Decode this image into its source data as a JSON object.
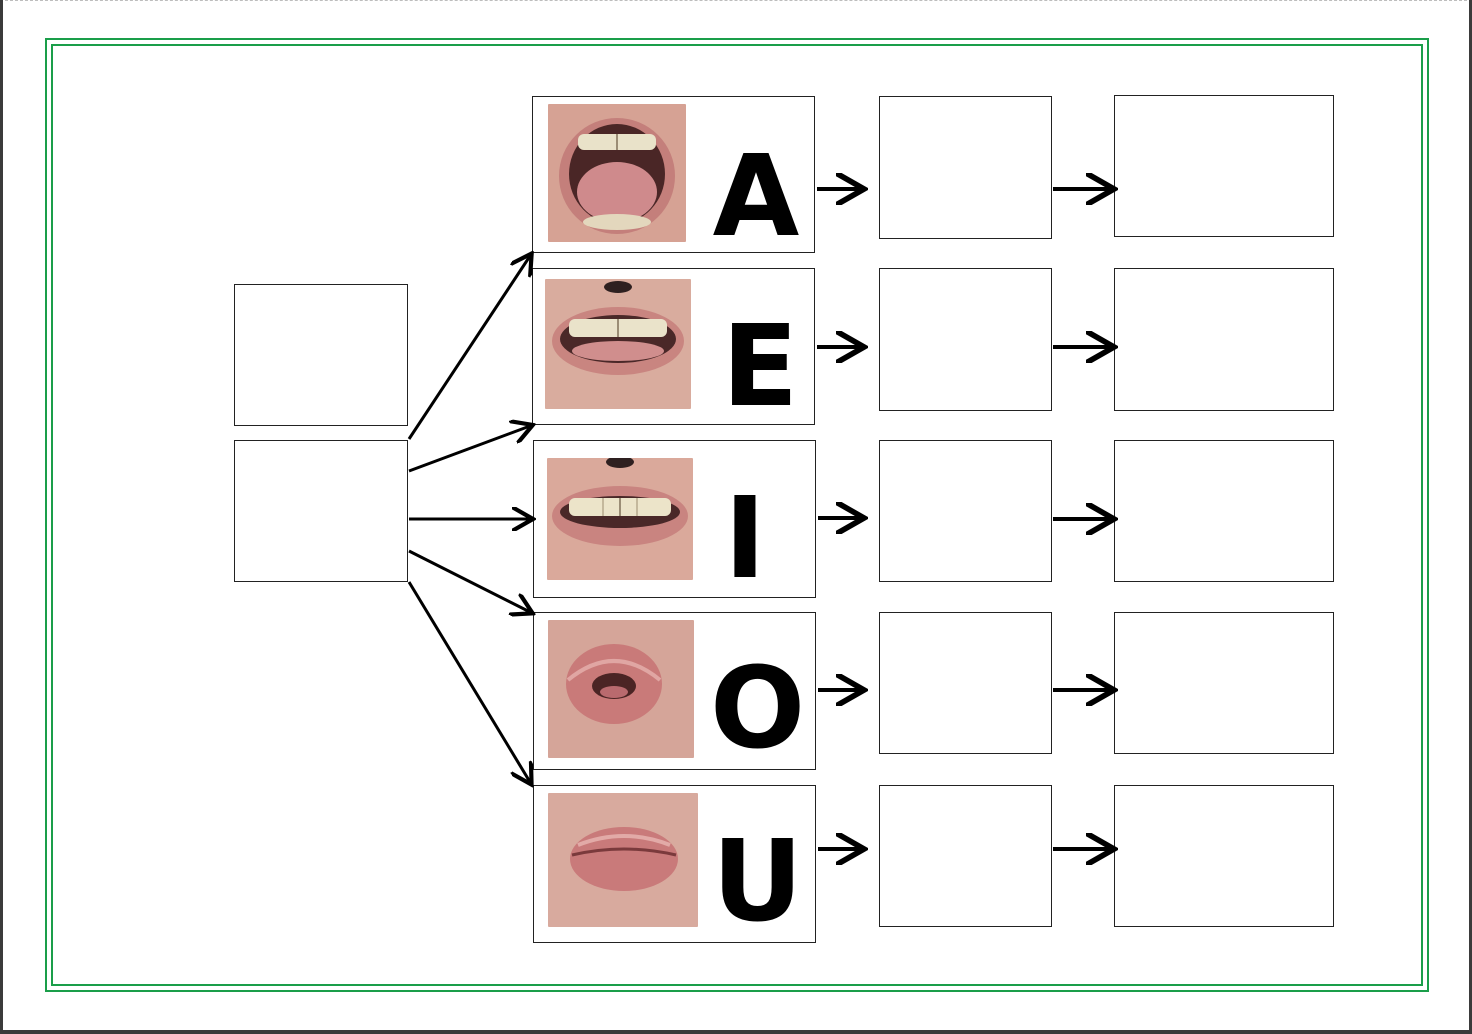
{
  "vowels": [
    {
      "letter": "A",
      "mouth": "open-mouth-tongue"
    },
    {
      "letter": "E",
      "mouth": "wide-teeth-tongue"
    },
    {
      "letter": "I",
      "mouth": "smile-teeth"
    },
    {
      "letter": "O",
      "mouth": "rounded-lips"
    },
    {
      "letter": "U",
      "mouth": "pursed-lips"
    }
  ],
  "colors": {
    "frame": "#1a9e4a",
    "skin": "#d9a79b",
    "lips": "#c97a79",
    "teeth": "#e8e0c8",
    "tongue": "#c8797c"
  }
}
